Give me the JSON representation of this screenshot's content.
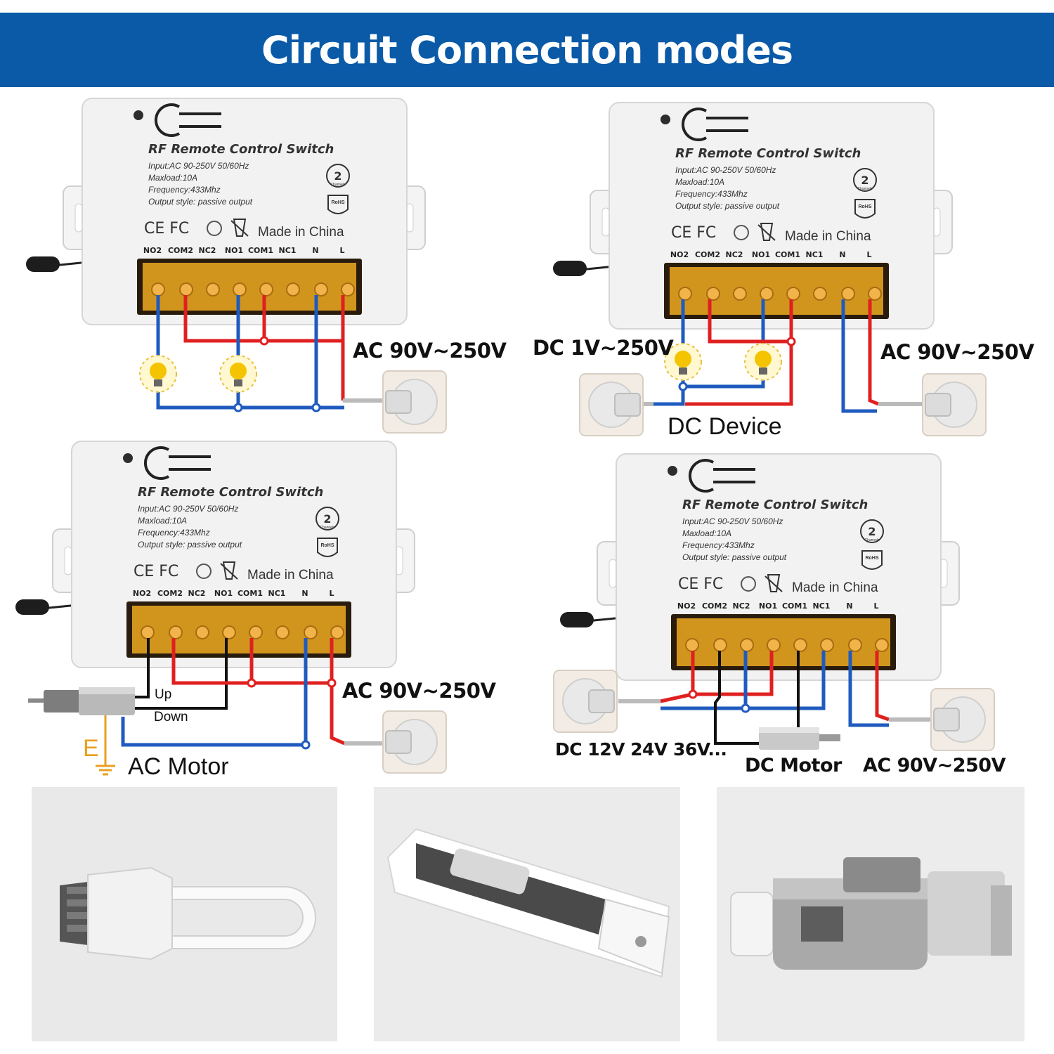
{
  "header": {
    "title": "Circuit Connection modes"
  },
  "device": {
    "title": "RF Remote Control Switch",
    "spec_input": "Input:AC 90-250V 50/60Hz",
    "spec_maxload": "Maxload:10A",
    "spec_frequency": "Frequency:433Mhz",
    "spec_output": "Output style: passive output",
    "channels_badge": "2",
    "channels_caption": "Channels",
    "rohs": "RoHS",
    "cert_marks": "CE FC",
    "made_in": "Made in China",
    "terminals": [
      "NO2",
      "COM2",
      "NC2",
      "NO1",
      "COM1",
      "NC1",
      "N",
      "L"
    ]
  },
  "modes": {
    "light_ac": {
      "supply_label": "AC 90V~250V"
    },
    "dc_device": {
      "dc_supply_label": "DC 1V~250V",
      "ac_supply_label": "AC 90V~250V",
      "device_label": "DC Device"
    },
    "ac_motor": {
      "supply_label": "AC 90V~250V",
      "up_label": "Up",
      "down_label": "Down",
      "earth_label": "E",
      "motor_label": "AC Motor"
    },
    "dc_motor": {
      "dc_supply_label": "DC 12V 24V 36V...",
      "motor_label": "DC Motor",
      "ac_supply_label": "AC 90V~250V"
    }
  },
  "photos": [
    {
      "icon": "cfl-bulb-icon"
    },
    {
      "icon": "curtain-motor-icon"
    },
    {
      "icon": "roller-motor-icon"
    }
  ],
  "colors": {
    "banner": "#0a5aa8",
    "wire_live": "#e02020",
    "wire_neutral": "#1f5bbf",
    "wire_black": "#111111",
    "terminal_block": "#e0a020",
    "earth": "#e8a020"
  }
}
